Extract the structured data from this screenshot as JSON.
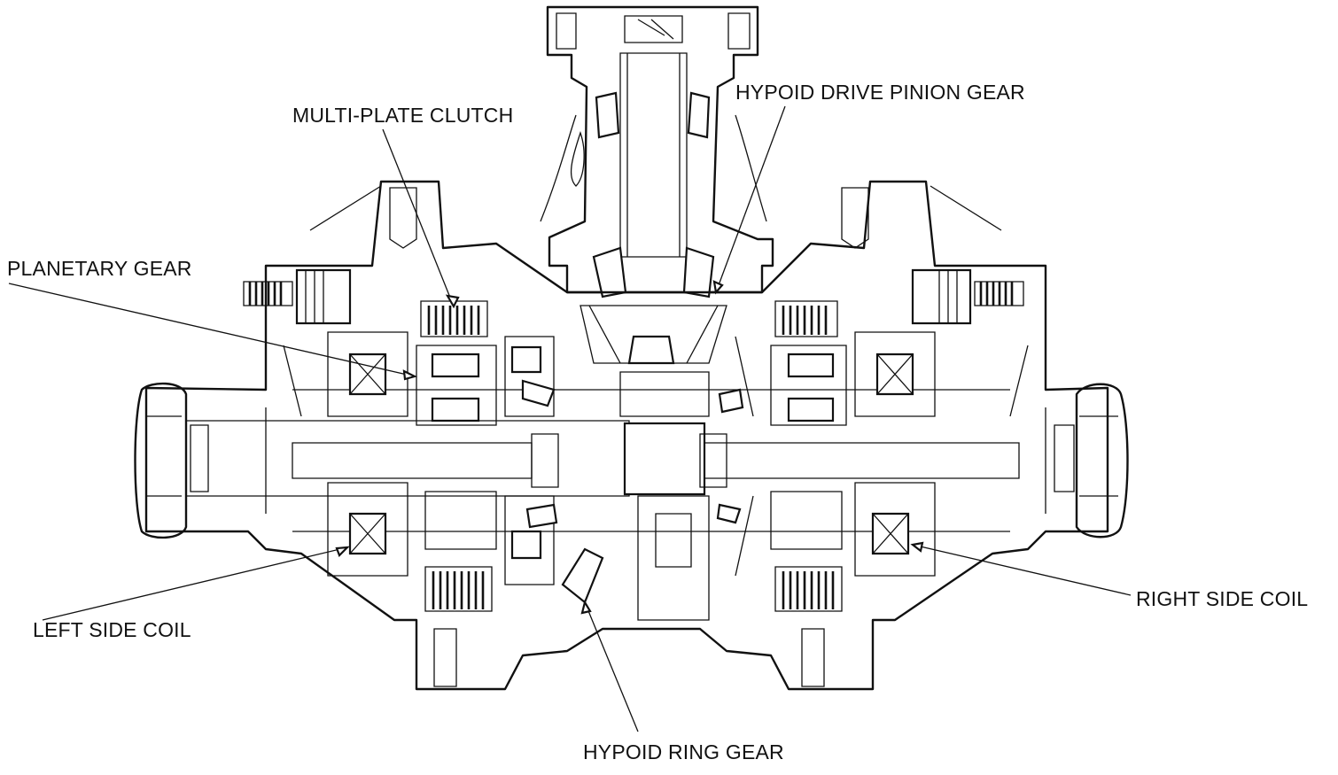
{
  "diagram": {
    "labels": {
      "multi_plate_clutch": "MULTI-PLATE CLUTCH",
      "hypoid_drive_pinion_gear": "HYPOID DRIVE PINION GEAR",
      "planetary_gear": "PLANETARY GEAR",
      "left_side_coil": "LEFT SIDE COIL",
      "right_side_coil": "RIGHT SIDE COIL",
      "hypoid_ring_gear": "HYPOID RING GEAR"
    },
    "colors": {
      "line": "#111111",
      "background": "#ffffff"
    }
  }
}
